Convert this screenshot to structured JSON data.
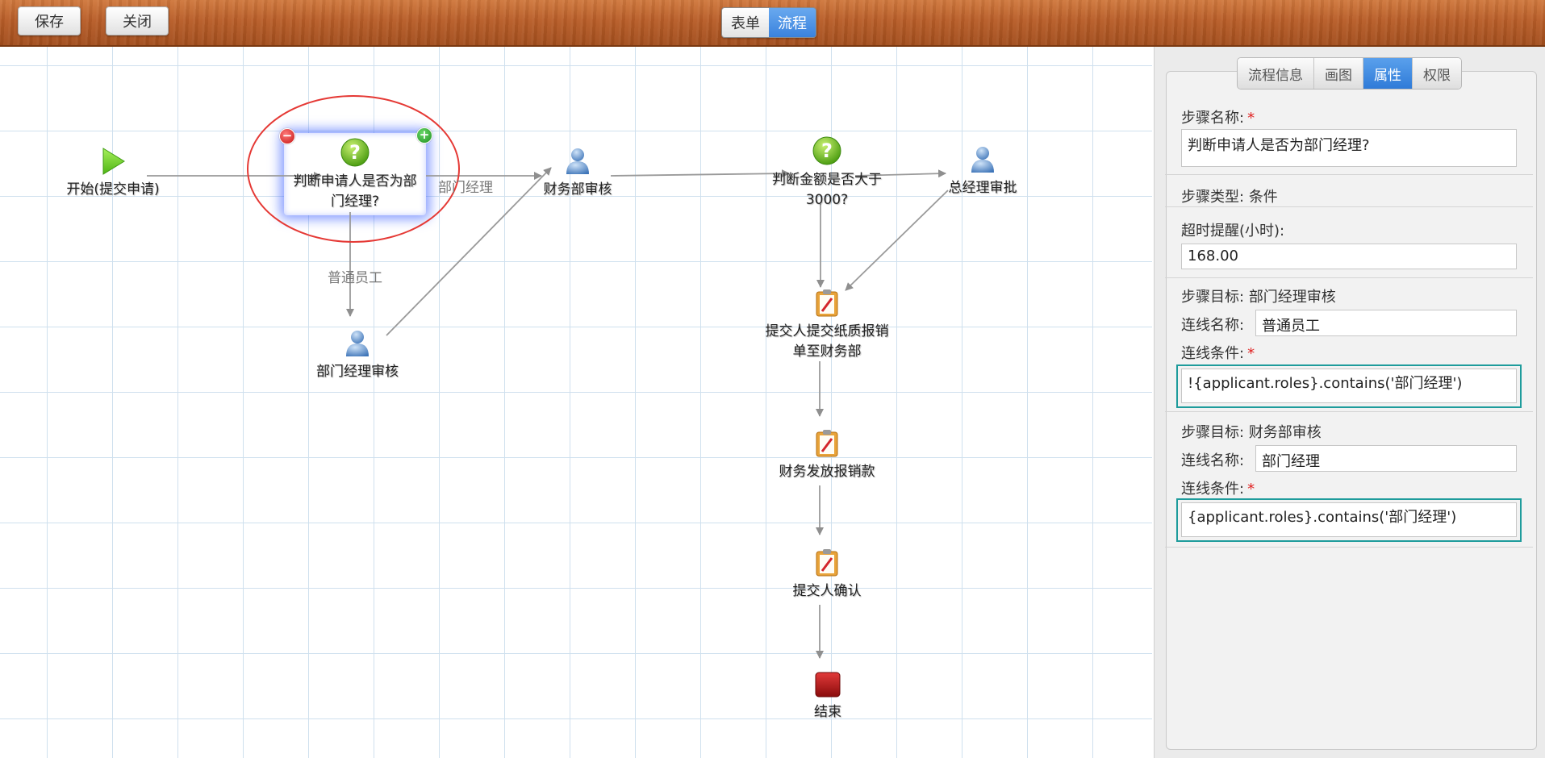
{
  "toolbar": {
    "save_label": "保存",
    "close_label": "关闭",
    "view_toggle": {
      "form_label": "表单",
      "flow_label": "流程",
      "active": "流程"
    }
  },
  "colors": {
    "accent_blue": "#3a82dd",
    "selection_ellipse": "#e53935",
    "highlight_border": "#1e9c9c",
    "required_star": "#e02020"
  },
  "canvas": {
    "nodes": [
      {
        "id": "start",
        "label": "开始(提交申请)",
        "icon": "play-icon"
      },
      {
        "id": "check_role",
        "label": "判断申请人是否为部门经理?",
        "icon": "question-icon",
        "selected": true
      },
      {
        "id": "finance_review",
        "label": "财务部审核",
        "icon": "user-icon"
      },
      {
        "id": "check_amount",
        "label": "判断金额是否大于3000?",
        "icon": "question-icon"
      },
      {
        "id": "gm_approve",
        "label": "总经理审批",
        "icon": "user-icon"
      },
      {
        "id": "dept_manager_review",
        "label": "部门经理审核",
        "icon": "user-icon"
      },
      {
        "id": "submit_paper",
        "label": "提交人提交纸质报销单至财务部",
        "icon": "clipboard-icon"
      },
      {
        "id": "finance_pay",
        "label": "财务发放报销款",
        "icon": "clipboard-icon"
      },
      {
        "id": "submitter_confirm",
        "label": "提交人确认",
        "icon": "clipboard-icon"
      },
      {
        "id": "end",
        "label": "结束",
        "icon": "stop-icon"
      }
    ],
    "edges": [
      {
        "from": "start",
        "to": "check_role",
        "label": ""
      },
      {
        "from": "check_role",
        "to": "finance_review",
        "label": "部门经理"
      },
      {
        "from": "check_role",
        "to": "dept_manager_review",
        "label": "普通员工"
      },
      {
        "from": "dept_manager_review",
        "to": "finance_review",
        "label": ""
      },
      {
        "from": "finance_review",
        "to": "check_amount",
        "label": ""
      },
      {
        "from": "check_amount",
        "to": "gm_approve",
        "label": ""
      },
      {
        "from": "check_amount",
        "to": "submit_paper",
        "label": ""
      },
      {
        "from": "gm_approve",
        "to": "submit_paper",
        "label": ""
      },
      {
        "from": "submit_paper",
        "to": "finance_pay",
        "label": ""
      },
      {
        "from": "finance_pay",
        "to": "submitter_confirm",
        "label": ""
      },
      {
        "from": "submitter_confirm",
        "to": "end",
        "label": ""
      }
    ],
    "selected_node_labels": {
      "line1": "判断申请人是否为部",
      "line2": "门经理?"
    },
    "check_amount_labels": {
      "line1": "判断金额是否大于",
      "line2": "3000?"
    },
    "submit_paper_labels": {
      "line1": "提交人提交纸质报销",
      "line2": "单至财务部"
    }
  },
  "panel": {
    "tabs": [
      {
        "label": "流程信息",
        "active": false
      },
      {
        "label": "画图",
        "active": false
      },
      {
        "label": "属性",
        "active": true
      },
      {
        "label": "权限",
        "active": false
      }
    ],
    "step_name": {
      "label": "步骤名称:",
      "required": "*",
      "value": "判断申请人是否为部门经理?"
    },
    "step_type": {
      "label": "步骤类型:",
      "value": "条件"
    },
    "timeout": {
      "label": "超时提醒(小时):",
      "value": "168.00"
    },
    "targets": [
      {
        "target_label": "步骤目标:",
        "target_value": "部门经理审核",
        "line_name_label": "连线名称:",
        "line_name_value": "普通员工",
        "condition_label": "连线条件:",
        "required": "*",
        "condition_value": "!{applicant.roles}.contains('部门经理')"
      },
      {
        "target_label": "步骤目标:",
        "target_value": "财务部审核",
        "line_name_label": "连线名称:",
        "line_name_value": "部门经理",
        "condition_label": "连线条件:",
        "required": "*",
        "condition_value": "{applicant.roles}.contains('部门经理')"
      }
    ]
  }
}
